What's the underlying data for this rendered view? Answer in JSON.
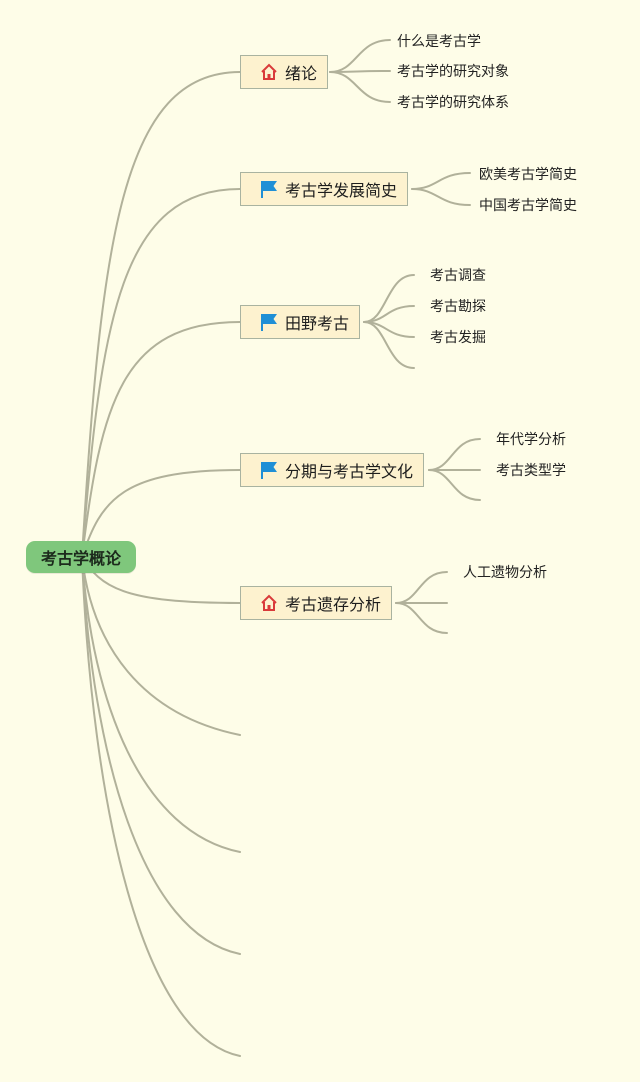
{
  "root": {
    "label": "考古学概论"
  },
  "branches": [
    {
      "label": "绪论",
      "icon": "home-icon",
      "leaves": [
        "什么是考古学",
        "考古学的研究对象",
        "考古学的研究体系"
      ]
    },
    {
      "label": "考古学发展简史",
      "icon": "flag-icon",
      "leaves": [
        "欧美考古学简史",
        "中国考古学简史"
      ]
    },
    {
      "label": "田野考古",
      "icon": "flag-icon",
      "leaves": [
        "考古调查",
        "考古勘探",
        "考古发掘",
        ""
      ]
    },
    {
      "label": "分期与考古学文化",
      "icon": "flag-icon",
      "leaves": [
        "年代学分析",
        "考古类型学",
        ""
      ]
    },
    {
      "label": "考古遗存分析",
      "icon": "home-icon",
      "leaves": [
        "人工遗物分析",
        "",
        ""
      ]
    }
  ],
  "empty_branch_count": 4,
  "colors": {
    "line": "#b1b19a",
    "root_fill": "#7fc77c",
    "topic_fill": "#fdf2cf",
    "flag": "#1f8fd6",
    "home": "#d93a3a"
  }
}
